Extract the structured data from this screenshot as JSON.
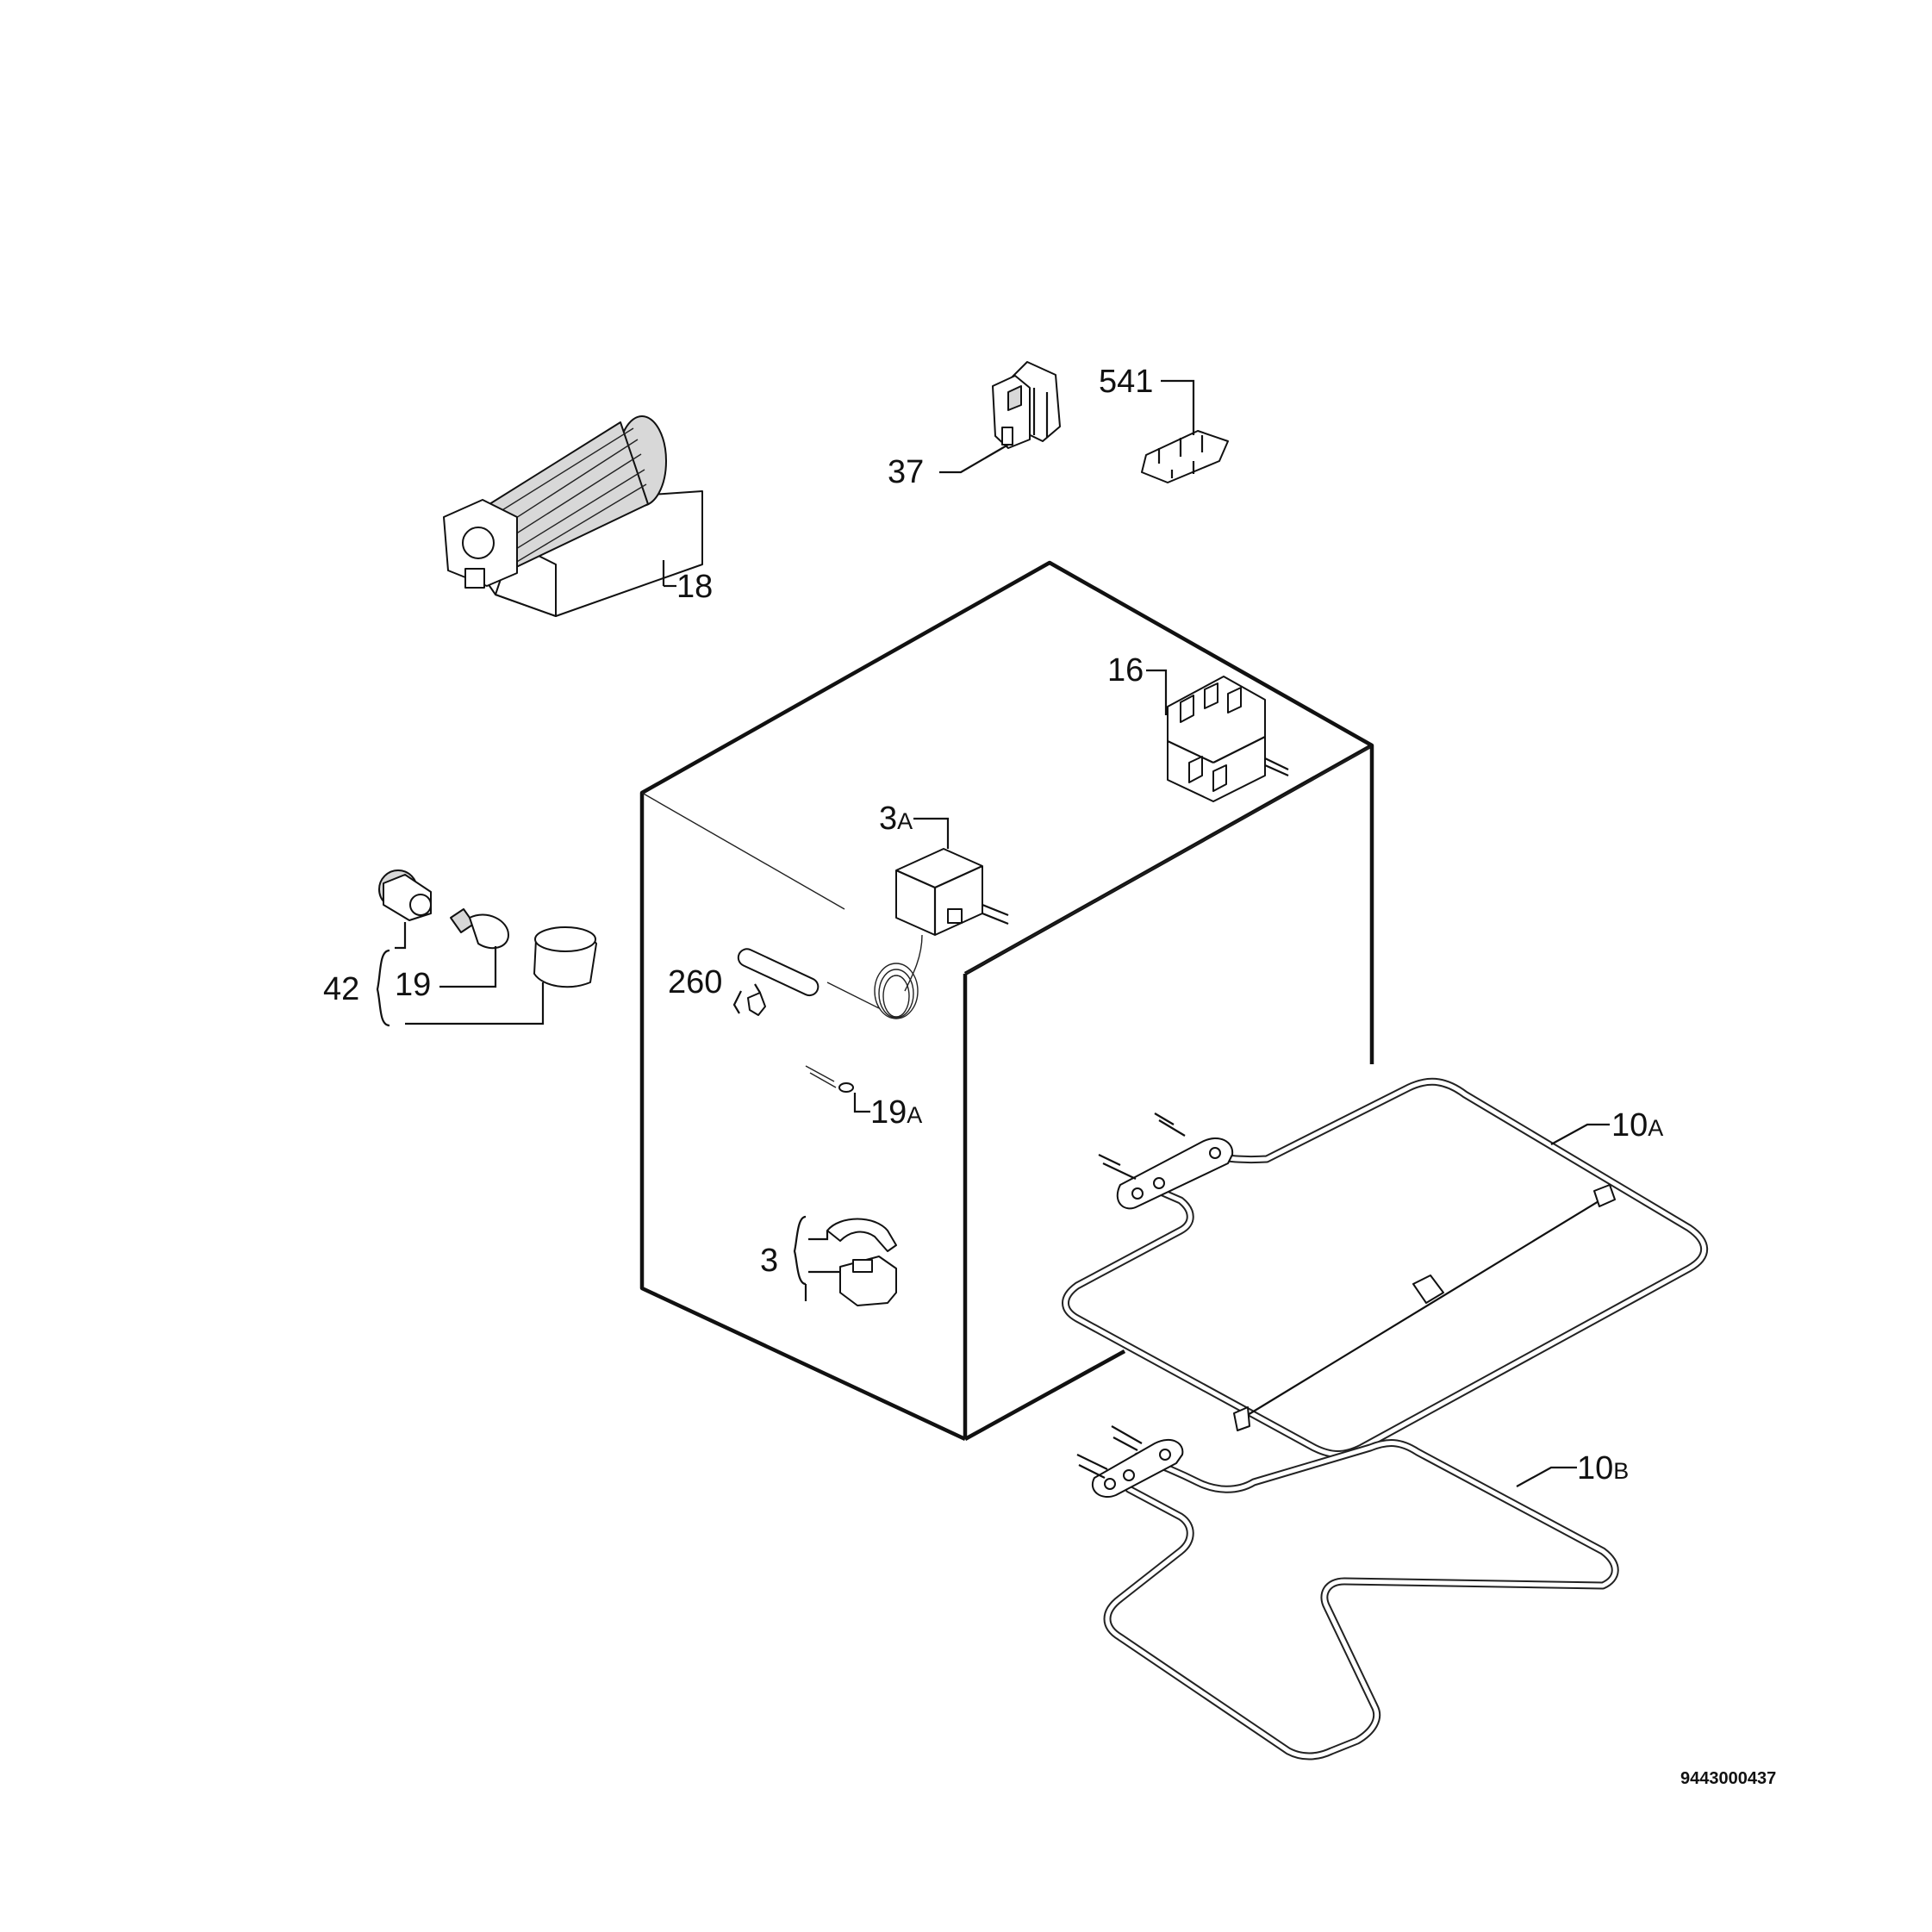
{
  "callouts": {
    "c18": "18",
    "c37": "37",
    "c541": "541",
    "c16": "16",
    "c3A_num": "3",
    "c3A_sfx": "A",
    "c42": "42",
    "c19": "19",
    "c260": "260",
    "c19A_num": "19",
    "c19A_sfx": "A",
    "c3": "3",
    "c10A_num": "10",
    "c10A_sfx": "A",
    "c10B_num": "10",
    "c10B_sfx": "B"
  },
  "document_number": "9443000437"
}
